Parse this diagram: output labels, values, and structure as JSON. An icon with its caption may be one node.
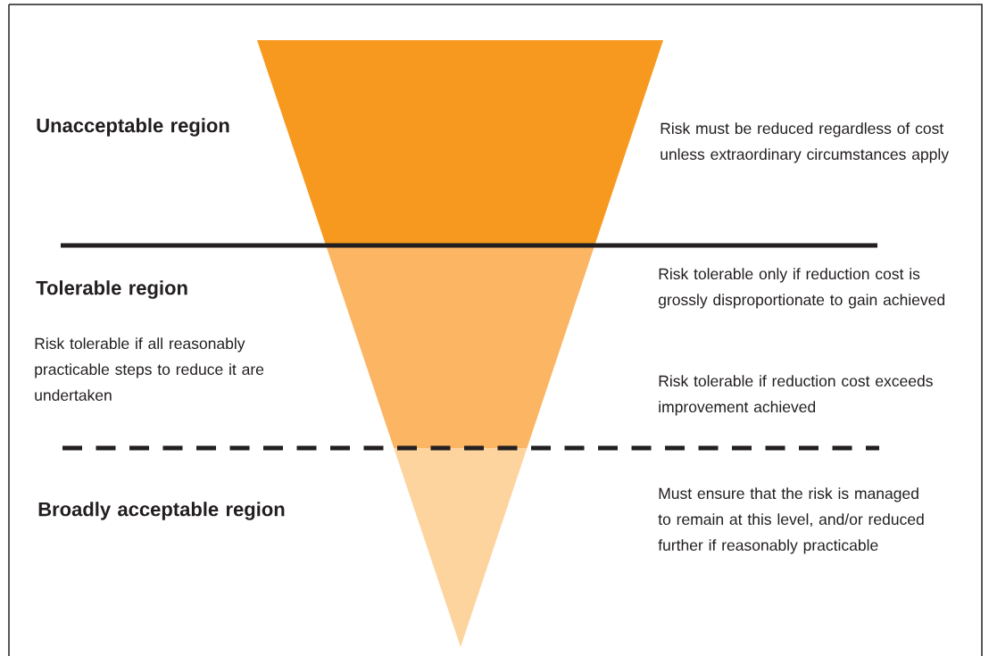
{
  "diagram": {
    "labels": [
      "Unacceptable region",
      "Risk must be reduced regardless of cost unless extraordinary circumstances apply",
      "Tolerable region",
      "Risk tolerable only if reduction cost is grossly disproportionate to gain achieved",
      "Risk tolerable if all reasonably practicable steps to reduce it are undertaken",
      "Risk tolerable if reduction cost exceeds improvement achieved",
      "Broadly acceptable region",
      "Must ensure that the risk is managed to remain at this level, and/or reduced further if reasonably practicable"
    ]
  }
}
